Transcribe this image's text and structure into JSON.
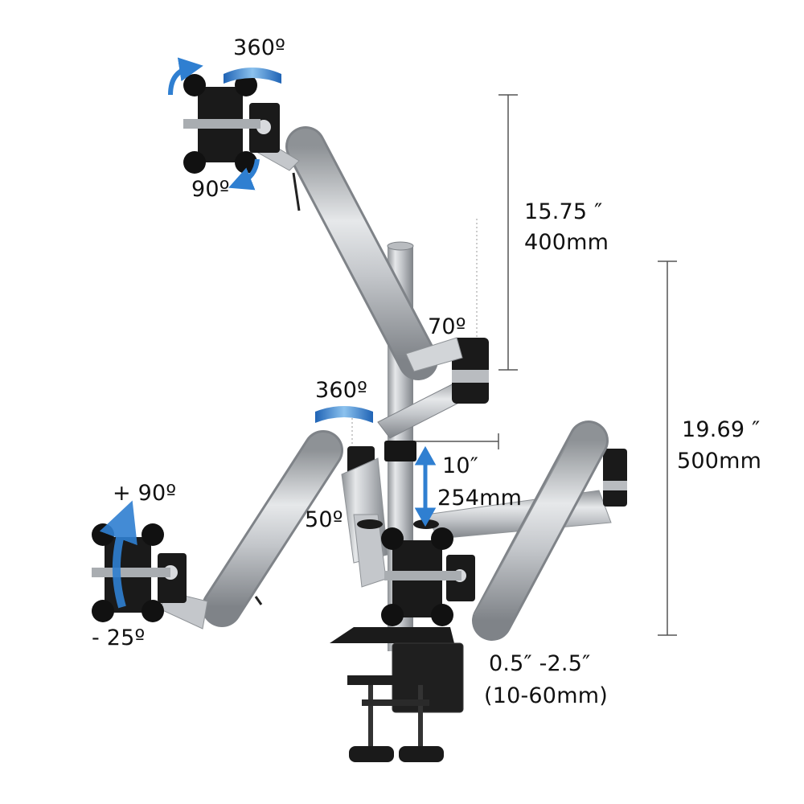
{
  "colors": {
    "background": "#ffffff",
    "aluminum": "#c9ccd0",
    "aluminum_dark": "#8e9296",
    "black_part": "#141414",
    "arrow_blue": "#2f7fd1",
    "dimension_line": "#555555"
  },
  "labels": {
    "top_rotate": "360º",
    "top_tilt": "90º",
    "top_arm_angle": "70º",
    "mid_rotate": "360º",
    "lower_arm_angle": "50º",
    "left_tilt_up": "+ 90º",
    "left_tilt_down": "- 25º",
    "height_adjust_in": "10″",
    "height_adjust_mm": "254mm",
    "upper_height_in": "15.75 ″",
    "upper_height_mm": "400mm",
    "total_height_in": "19.69 ″",
    "total_height_mm": "500mm",
    "clamp_range_in": "0.5″ -2.5″",
    "clamp_range_mm": "(10-60mm)"
  },
  "icons": [
    "rotate-360-arrow-icon",
    "rotate-90-arrow-icon",
    "tilt-arrow-icon",
    "double-arrow-icon"
  ]
}
